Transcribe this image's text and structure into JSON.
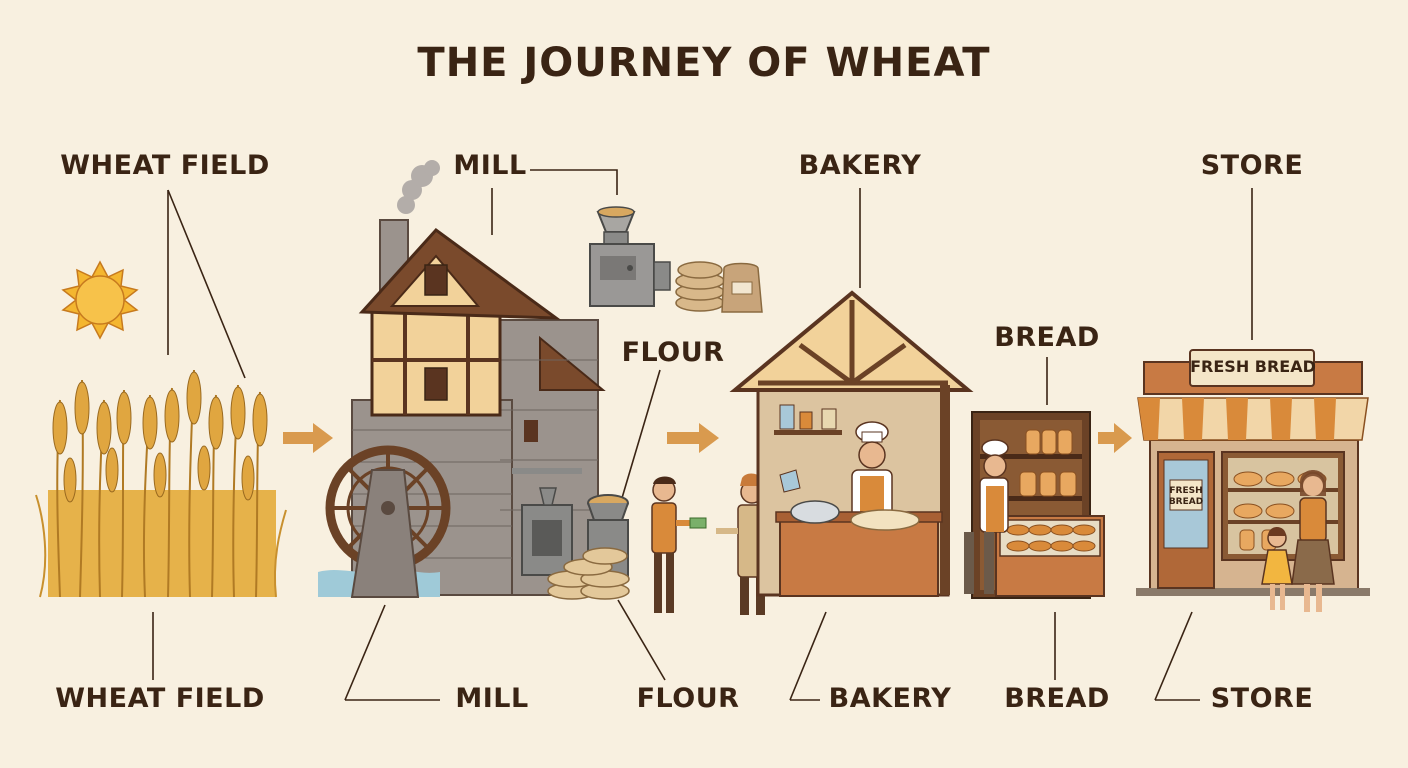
{
  "title": "THE JOURNEY OF WHEAT",
  "stages_top": {
    "wheat_field": "WHEAT FIELD",
    "mill": "MILL",
    "flour": "FLOUR",
    "bakery": "BAKERY",
    "bread": "BREAD",
    "store": "STORE"
  },
  "stages_bottom": {
    "wheat_field": "WHEAT FIELD",
    "mill": "MILL",
    "flour": "FLOUR",
    "bakery": "BAKERY",
    "bread": "BREAD",
    "store": "STORE"
  },
  "store_sign": "FRESH BREAD",
  "store_door_sign": {
    "line1": "FRESH",
    "line2": "BREAD"
  },
  "icons": [
    "sun-icon",
    "wheat-icon",
    "watermill-icon",
    "flour-sack-icon",
    "grinder-icon",
    "baker-icon",
    "bread-shelf-icon",
    "storefront-icon",
    "arrow-right-icon"
  ],
  "colors": {
    "background": "#f8f0e0",
    "text": "#3a2414",
    "wheat": "#e0a640",
    "sun": "#f4b630",
    "arrow": "#d99a4e",
    "stone": "#8f8680",
    "wood": "#6b4226",
    "awning": "#d98a3a"
  }
}
